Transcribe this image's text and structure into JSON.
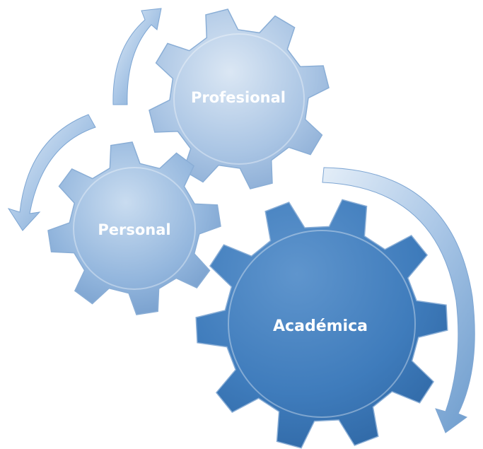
{
  "diagram": {
    "gears": [
      {
        "id": "profesional",
        "label": "Profesional"
      },
      {
        "id": "personal",
        "label": "Personal"
      },
      {
        "id": "academica",
        "label": "Académica"
      }
    ],
    "colors": {
      "gear_light": "#c6d8ec",
      "gear_mid": "#95b5d9",
      "gear_dark": "#3e7ab8",
      "arrow_light": "#d9e6f3",
      "arrow_dark": "#6d9ccd",
      "label_text": "#ffffff"
    },
    "arrows": [
      {
        "name": "cycle-arrow-up",
        "direction": "up"
      },
      {
        "name": "cycle-arrow-down-left",
        "direction": "down"
      },
      {
        "name": "cycle-arrow-down-right",
        "direction": "down"
      }
    ]
  }
}
